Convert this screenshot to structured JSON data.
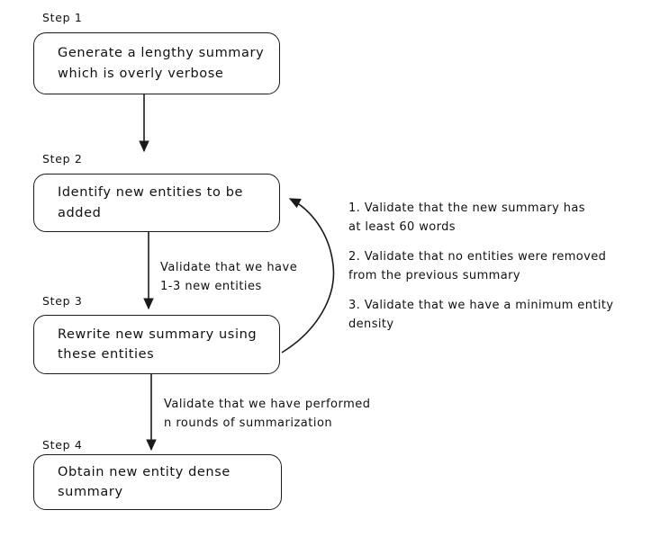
{
  "diagram": {
    "type": "flowchart",
    "background_color": "#ffffff",
    "stroke_color": "#1a1a1a",
    "text_color": "#111111",
    "nodes": [
      {
        "id": "step1",
        "step_label": "Step 1",
        "text": "Generate a lengthy summary\nwhich is overly verbose"
      },
      {
        "id": "step2",
        "step_label": "Step 2",
        "text": "Identify new entities to be\nadded"
      },
      {
        "id": "step3",
        "step_label": "Step 3",
        "text": "Rewrite new summary using\nthese entities"
      },
      {
        "id": "step4",
        "step_label": "Step 4",
        "text": "Obtain new entity dense\nsummary"
      }
    ],
    "edge_labels": [
      {
        "id": "edge-1-2",
        "text": ""
      },
      {
        "id": "edge-2-3",
        "text": "Validate that we have\n1-3 new entities"
      },
      {
        "id": "edge-3-4",
        "text": "Validate that we have performed\nn rounds of summarization"
      }
    ],
    "validations": [
      "1. Validate that the new summary has\nat least 60 words",
      "2. Validate that no entities were removed\nfrom the previous summary",
      "3. Validate that we have a minimum entity\ndensity"
    ]
  }
}
